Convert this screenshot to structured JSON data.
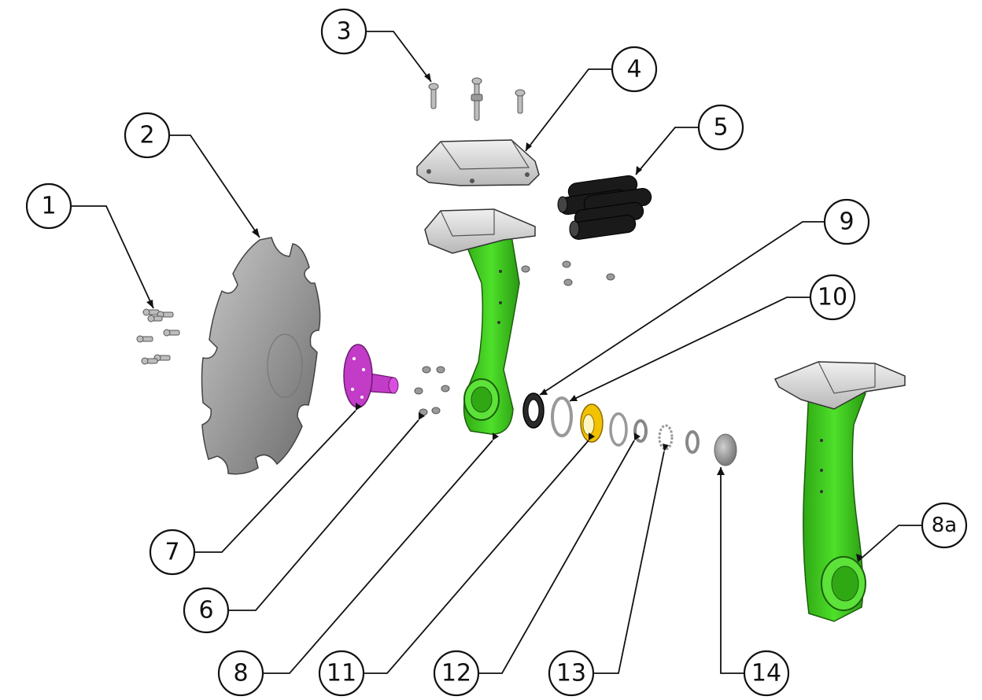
{
  "callouts": [
    {
      "id": "1",
      "label": "1"
    },
    {
      "id": "2",
      "label": "2"
    },
    {
      "id": "3",
      "label": "3"
    },
    {
      "id": "4",
      "label": "4"
    },
    {
      "id": "5",
      "label": "5"
    },
    {
      "id": "6",
      "label": "6"
    },
    {
      "id": "7",
      "label": "7"
    },
    {
      "id": "8",
      "label": "8"
    },
    {
      "id": "8a",
      "label": "8a"
    },
    {
      "id": "9",
      "label": "9"
    },
    {
      "id": "10",
      "label": "10"
    },
    {
      "id": "11",
      "label": "11"
    },
    {
      "id": "12",
      "label": "12"
    },
    {
      "id": "13",
      "label": "13"
    },
    {
      "id": "14",
      "label": "14"
    }
  ],
  "colors": {
    "arm_green": "#3fd11f",
    "arm_green_dark": "#2a9a12",
    "bracket_gray": "#d9d9d9",
    "disc_gray": "#8a8a8a",
    "hub_magenta": "#c23cc8",
    "bushing_yellow": "#f2c200",
    "tube_black": "#1a1a1a",
    "outline": "#111111"
  }
}
